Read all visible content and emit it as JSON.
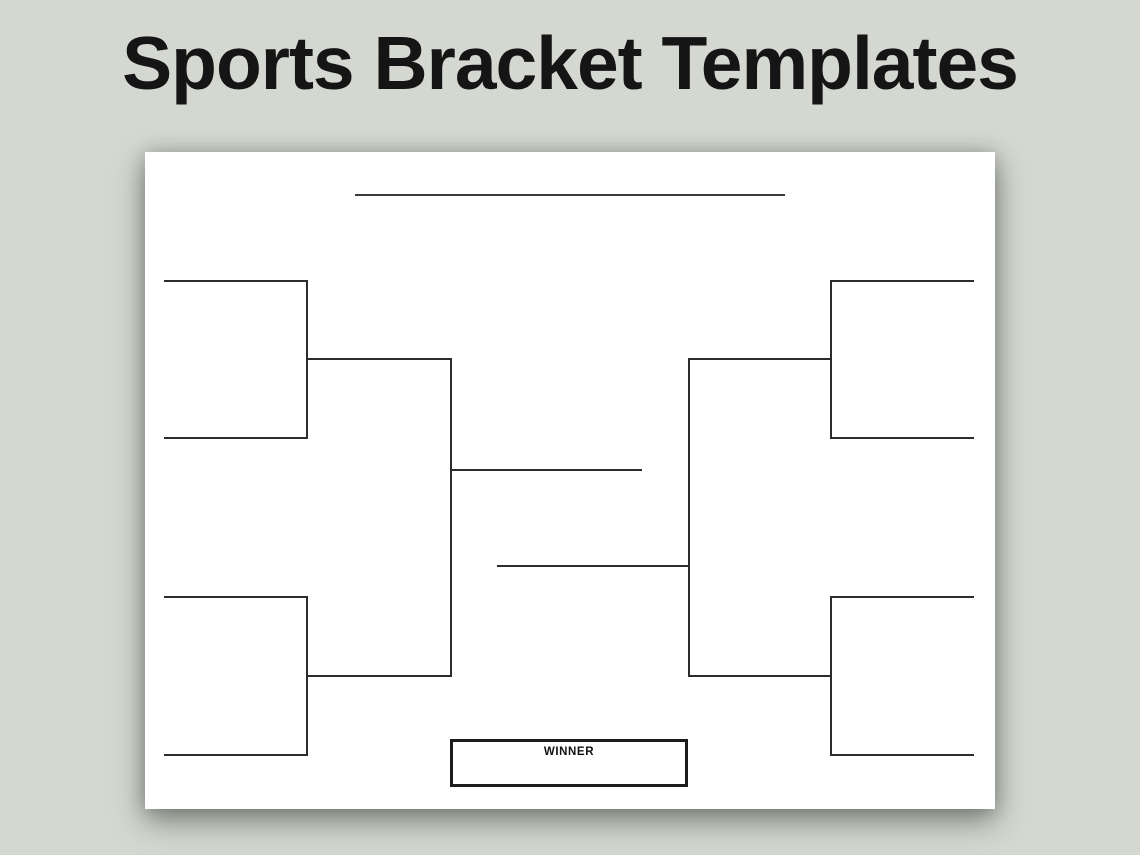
{
  "colors": {
    "background": "#d4d8d1",
    "page": "#ffffff",
    "bracket_line": "#2c2c2c",
    "title_text": "#151515"
  },
  "header": {
    "title": "Sports Bracket Templates"
  },
  "bracket": {
    "team_slots": 8,
    "rounds": 3,
    "tournament_name_line": "",
    "winner_label": "WINNER"
  }
}
